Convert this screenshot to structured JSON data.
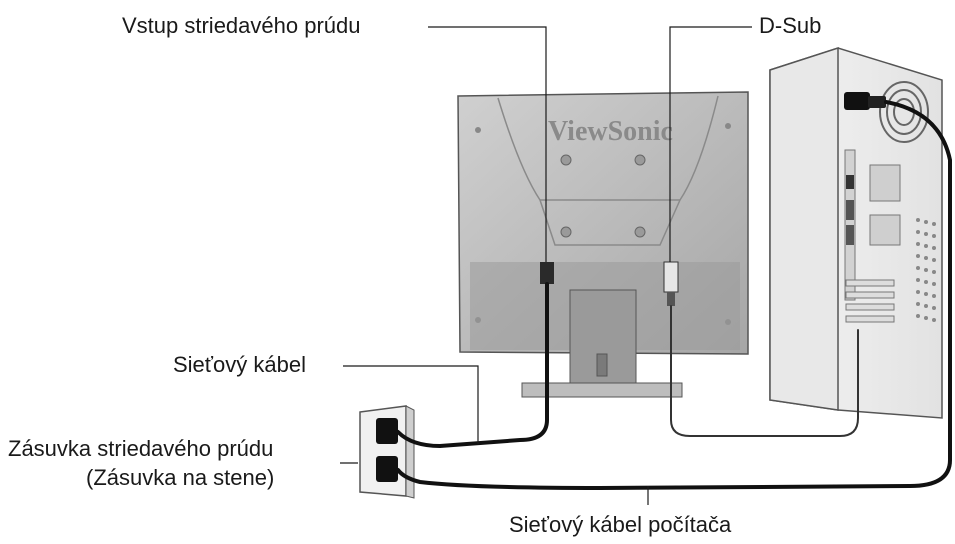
{
  "labels": {
    "ac_input": "Vstup striedavého prúdu",
    "dsub": "D-Sub",
    "power_cable": "Sieťový kábel",
    "wall_outlet_line1": "Zásuvka striedavého prúdu",
    "wall_outlet_line2": "(Zásuvka na stene)",
    "computer_power_cable": "Sieťový kábel počítača"
  },
  "monitor": {
    "brand": "ViewSonic"
  },
  "colors": {
    "outline": "#1a1a1a",
    "monitor_body": "#bdbdbd",
    "monitor_dark": "#8c8c8c",
    "cable": "#111111"
  }
}
